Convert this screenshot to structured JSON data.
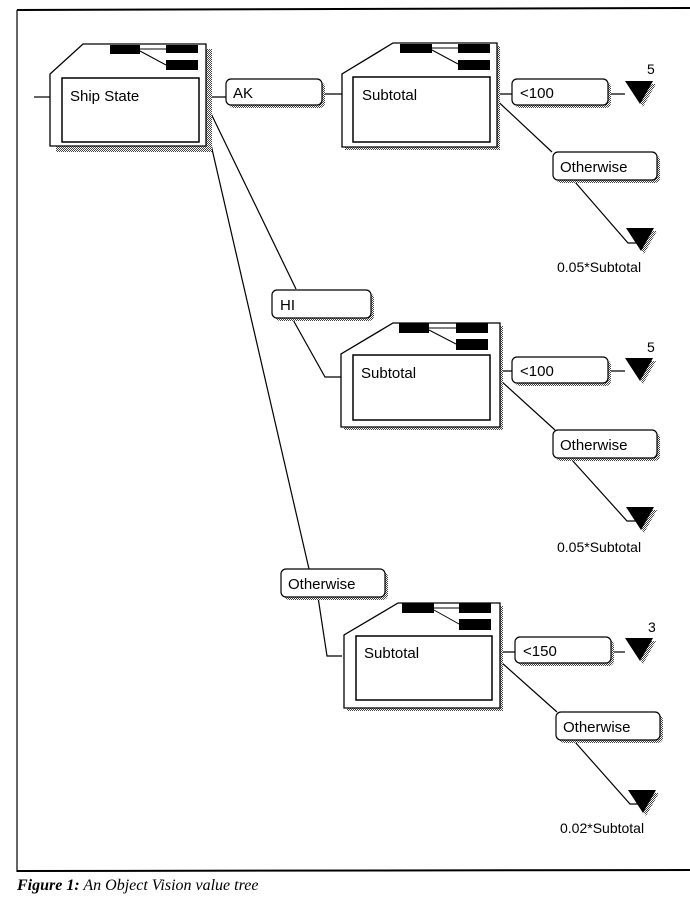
{
  "figure": {
    "caption_label": "Figure 1:",
    "caption_text": " An Object Vision value tree"
  },
  "tree": {
    "root": {
      "label": "Ship State"
    },
    "branches": [
      {
        "condition": "AK",
        "node": "Subtotal",
        "conditions": [
          {
            "label": "<100",
            "value": "5"
          },
          {
            "label": "Otherwise",
            "value": "0.05*Subtotal"
          }
        ]
      },
      {
        "condition": "HI",
        "node": "Subtotal",
        "conditions": [
          {
            "label": "<100",
            "value": "5"
          },
          {
            "label": "Otherwise",
            "value": "0.05*Subtotal"
          }
        ]
      },
      {
        "condition": "Otherwise",
        "node": "Subtotal",
        "conditions": [
          {
            "label": "<150",
            "value": "3"
          },
          {
            "label": "Otherwise",
            "value": "0.02*Subtotal"
          }
        ]
      }
    ]
  }
}
